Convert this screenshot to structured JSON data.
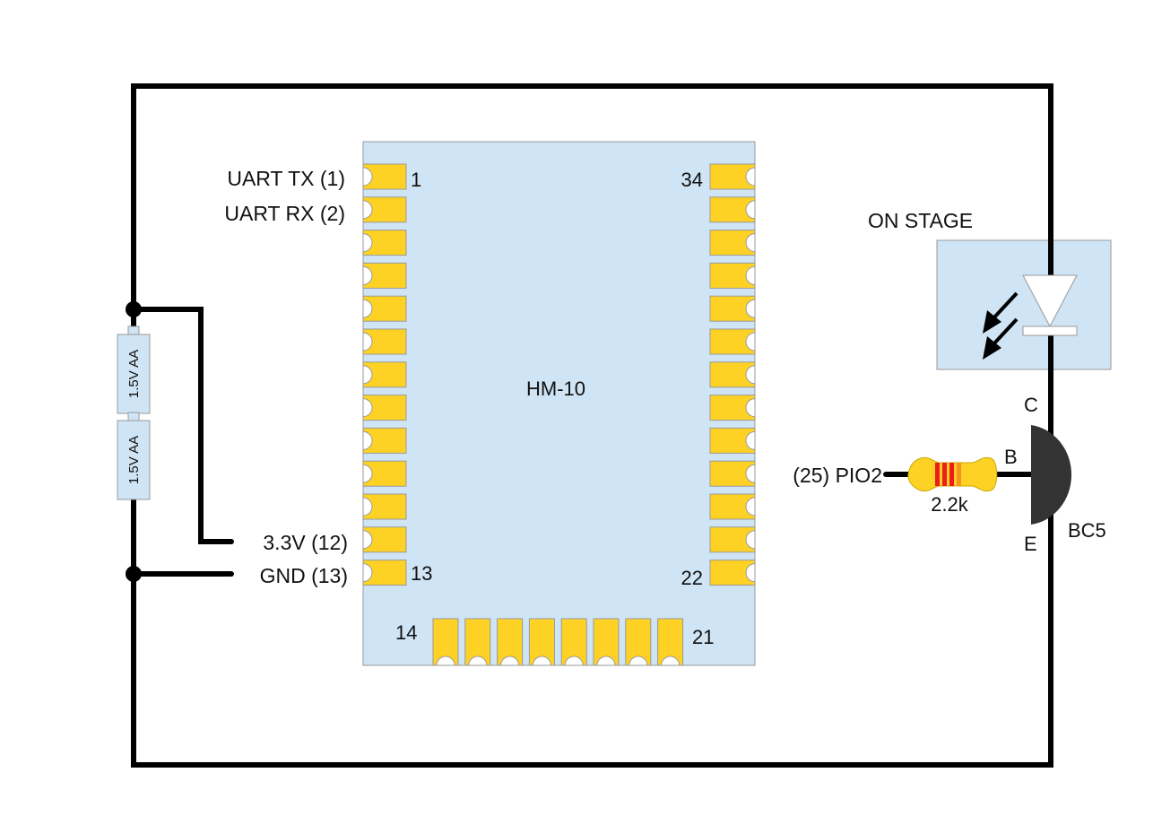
{
  "module": {
    "name": "HM-10",
    "left_pins": {
      "first": "1",
      "last": "13",
      "count": 13
    },
    "right_pins": {
      "first": "34",
      "last": "22",
      "count": 13
    },
    "bottom_pins": {
      "first": "14",
      "last": "21",
      "count": 8
    }
  },
  "pin_labels": {
    "uart_tx": "UART TX (1)",
    "uart_rx": "UART RX (2)",
    "vcc": "3.3V (12)",
    "gnd": "GND (13)",
    "pio2": "(25) PIO2"
  },
  "batteries": [
    {
      "label": "1.5V AA"
    },
    {
      "label": "1.5V AA"
    }
  ],
  "resistor": {
    "value": "2.2k",
    "bands": [
      "#ee1c1c",
      "#ee1c1c",
      "#ee1c1c",
      "#f7941d"
    ]
  },
  "led": {
    "label": "ON STAGE"
  },
  "transistor": {
    "collector": "C",
    "base": "B",
    "emitter": "E",
    "part": "BC5"
  },
  "colors": {
    "module_fill": "#cfe4f4",
    "pad_fill": "#fdd224",
    "wire": "#000000",
    "transistor_fill": "#333333"
  }
}
